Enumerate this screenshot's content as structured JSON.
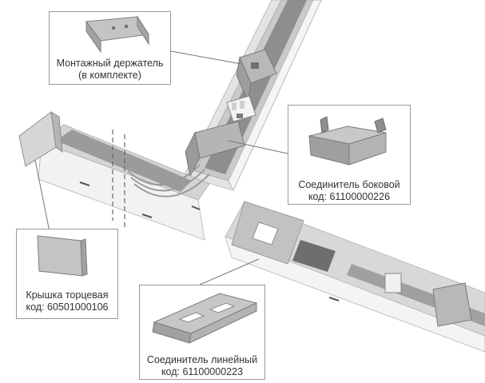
{
  "callouts": {
    "holder": {
      "title": "Монтажный держатель",
      "subtitle": "(в комплекте)"
    },
    "side_connector": {
      "title": "Соединитель боковой",
      "code": "код: 61100000226"
    },
    "end_cap": {
      "title": "Крышка торцевая",
      "code": "код: 60501000106"
    },
    "linear_connector": {
      "title": "Соединитель линейный",
      "code": "код: 61100000223"
    }
  },
  "colors": {
    "profile_white": "#f2f2f2",
    "profile_shade": "#d9d9d9",
    "metal_gray": "#a9a9a9",
    "metal_dark": "#6f6f6f",
    "leader_line": "#777777",
    "box_border": "#9a9a9a"
  }
}
